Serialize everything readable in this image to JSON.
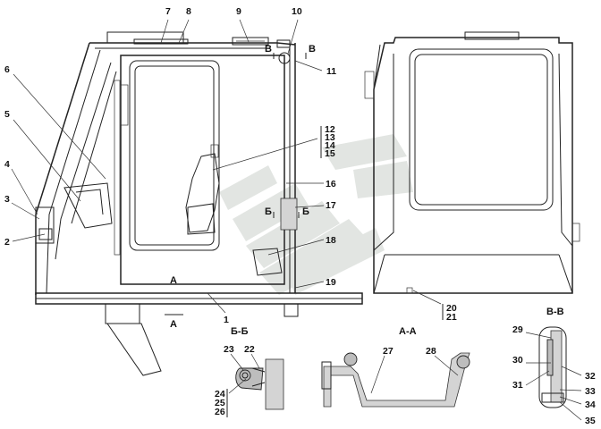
{
  "callouts": [
    "1",
    "2",
    "3",
    "4",
    "5",
    "6",
    "7",
    "8",
    "9",
    "10",
    "11",
    "12",
    "13",
    "14",
    "15",
    "16",
    "17",
    "18",
    "19",
    "20",
    "21",
    "22",
    "23",
    "24",
    "25",
    "26",
    "27",
    "28",
    "29",
    "30",
    "31",
    "32",
    "33",
    "34",
    "35"
  ],
  "section_labels": {
    "bb_top_left": "Б",
    "bb_top_right": "Б",
    "vv_top_left": "В",
    "vv_top_right": "В",
    "aa_left_top": "А",
    "aa_left_bottom": "А"
  },
  "view_titles": {
    "bb": "Б-Б",
    "aa": "А-А",
    "vv": "В-В"
  }
}
